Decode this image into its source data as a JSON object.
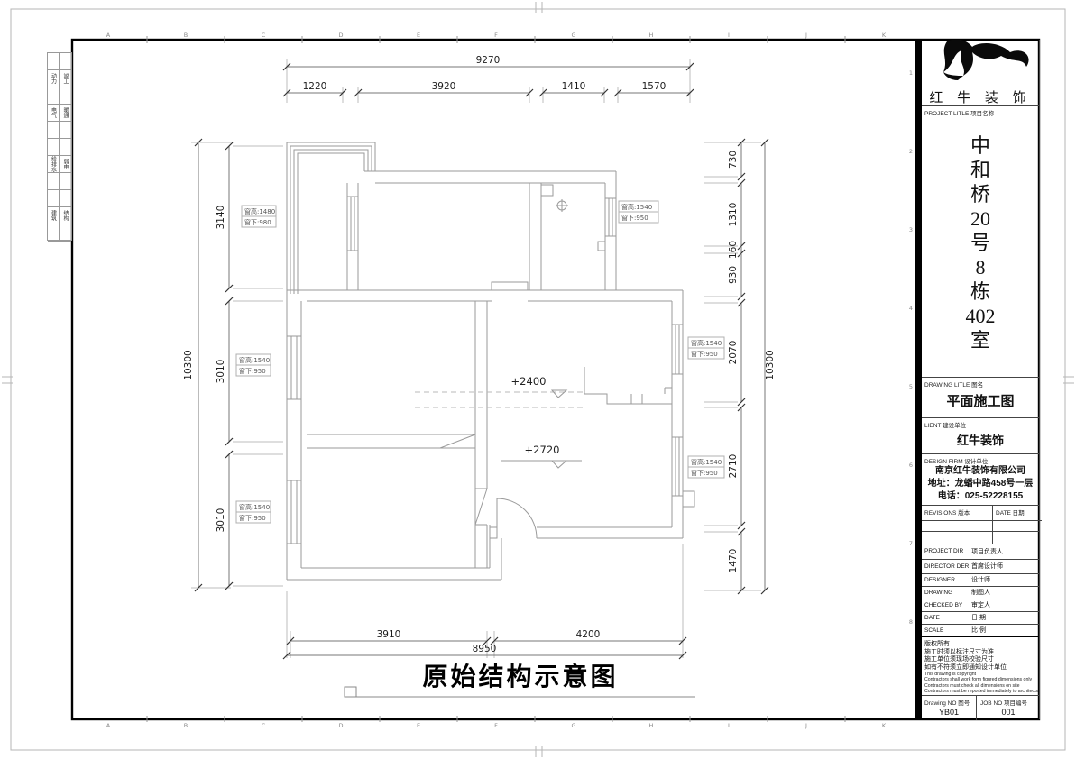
{
  "sheet": {
    "grid_letters": [
      "A",
      "B",
      "C",
      "D",
      "E",
      "F",
      "G",
      "H",
      "I",
      "J",
      "K"
    ],
    "grid_numbers": [
      "1",
      "2",
      "3",
      "4",
      "5",
      "6",
      "7",
      "8"
    ],
    "stamps": [
      [
        "动力",
        "竣工"
      ],
      [
        "电气",
        "暖通"
      ],
      [
        "给排水",
        "弱电"
      ],
      [
        "建筑",
        "结构"
      ]
    ]
  },
  "plan": {
    "title": "原始结构示意图",
    "levels": {
      "hall": "+2400",
      "living": "+2720"
    },
    "window_labels": [
      {
        "h": "窗高:1480",
        "s": "窗下:980"
      },
      {
        "h": "窗高:1540",
        "s": "窗下:950"
      },
      {
        "h": "窗高:1540",
        "s": "窗下:950"
      },
      {
        "h": "窗高:1540",
        "s": "窗下:950"
      },
      {
        "h": "窗高:1540",
        "s": "窗下:950"
      },
      {
        "h": "窗高:1540",
        "s": "窗下:950"
      }
    ],
    "dims": {
      "top_overall": "9270",
      "top": [
        "1220",
        "3920",
        "1410",
        "1570"
      ],
      "left_overall": "10300",
      "left": [
        "3140",
        "3010",
        "3010"
      ],
      "right_overall": "10300",
      "right": [
        "730",
        "1310",
        "160",
        "930",
        "2070",
        "2710",
        "1470"
      ],
      "bottom": [
        "3910",
        "4200"
      ],
      "bottom_overall": "8950"
    }
  },
  "titleblock": {
    "brand": "红 牛 装 饰",
    "project_label": "PROJECT LITLE  项目名称",
    "project_name_lines": [
      "中",
      "和",
      "桥",
      "20",
      "号",
      "8",
      "栋",
      "402",
      "室"
    ],
    "drawing_label": "DRAWING LITLE  图名",
    "drawing_title": "平面施工图",
    "client_label": "LIENT  建设单位",
    "client": "红牛装饰",
    "firm_label": "DESIGN FIRM  设计单位",
    "firm_lines": [
      "南京红牛装饰有限公司",
      "地址：龙蟠中路458号一层",
      "电话：025-52228155"
    ],
    "revisions_label": "REVISIONS  版本",
    "revisions_date_label": "DATE  日期",
    "rows": [
      {
        "en": "PROJECT DIR",
        "cn": "项目负责人"
      },
      {
        "en": "DIRECTOR DER",
        "cn": "首席设计师"
      },
      {
        "en": "DESIGNER",
        "cn": "设计师"
      },
      {
        "en": "DRAWING",
        "cn": "制图人"
      },
      {
        "en": "CHECKED BY",
        "cn": "审定人"
      },
      {
        "en": "DATE",
        "cn": "日  期"
      },
      {
        "en": "SCALE",
        "cn": "比  例"
      }
    ],
    "copyright_lines": [
      "版权所有",
      "施工时须以标注尺寸为准",
      "施工单位须现场校验尺寸",
      "如有不符须立即通知设计单位",
      "This drawing is copyright",
      "Contractors shall work form figured dimensions only",
      "Contractors must check all dimensions on site",
      "Contractors must be reported immediately to architects"
    ],
    "drawing_no_label": "Drawing NO  图号",
    "drawing_no": "YB01",
    "job_no_label": "JOB NO  项目编号",
    "job_no": "001"
  }
}
